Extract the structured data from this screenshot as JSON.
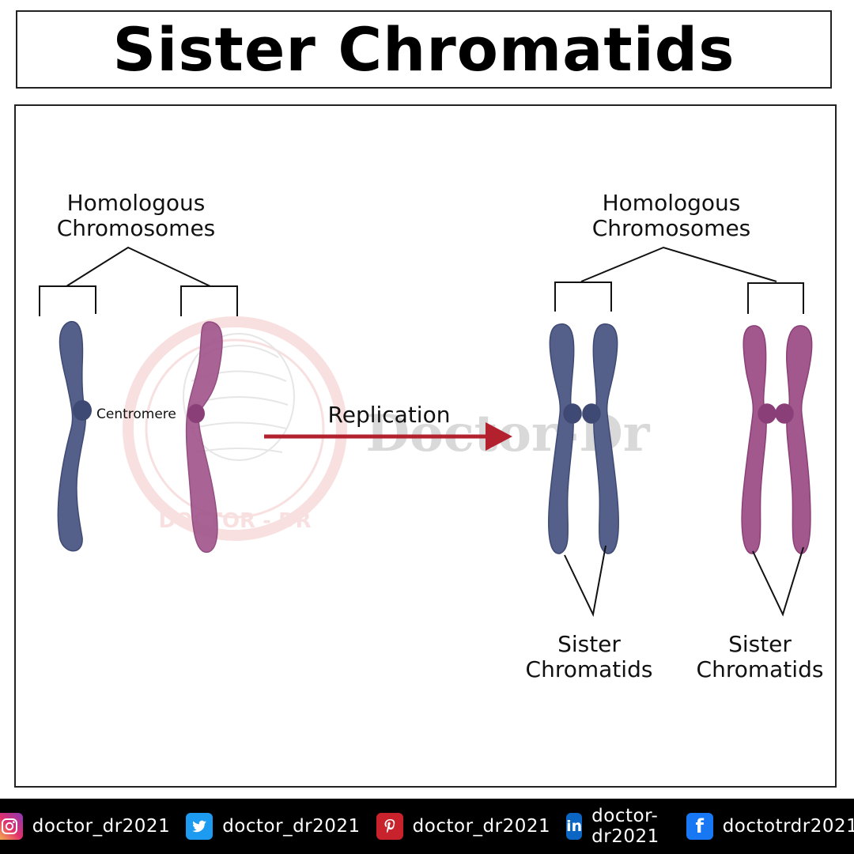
{
  "title": "Sister Chromatids",
  "diagram": {
    "left_group_label_line1": "Homologous",
    "left_group_label_line2": "Chromosomes",
    "right_group_label_line1": "Homologous",
    "right_group_label_line2": "Chromosomes",
    "centromere_label": "Centromere",
    "replication_label": "Replication",
    "sister_left_line1": "Sister",
    "sister_left_line2": "Chromatids",
    "sister_right_line1": "Sister",
    "sister_right_line2": "Chromatids",
    "watermark_text": "Doctor-Dr",
    "seal_text": "DOCTOR - DR",
    "colors": {
      "chromosome_blue": "#55608a",
      "chromosome_purple": "#a2578d",
      "arrow_red": "#b3202e",
      "centromere_blue": "#3f4a74",
      "centromere_purple": "#8a3f78"
    }
  },
  "footer": {
    "instagram_handle": "doctor_dr2021",
    "twitter_handle": "doctor_dr2021",
    "pinterest_handle": "doctor_dr2021",
    "linkedin_handle": "doctor-dr2021",
    "facebook_handle": "doctotrdr2021",
    "icons": [
      "instagram-icon",
      "twitter-icon",
      "pinterest-icon",
      "linkedin-icon",
      "facebook-icon"
    ]
  }
}
